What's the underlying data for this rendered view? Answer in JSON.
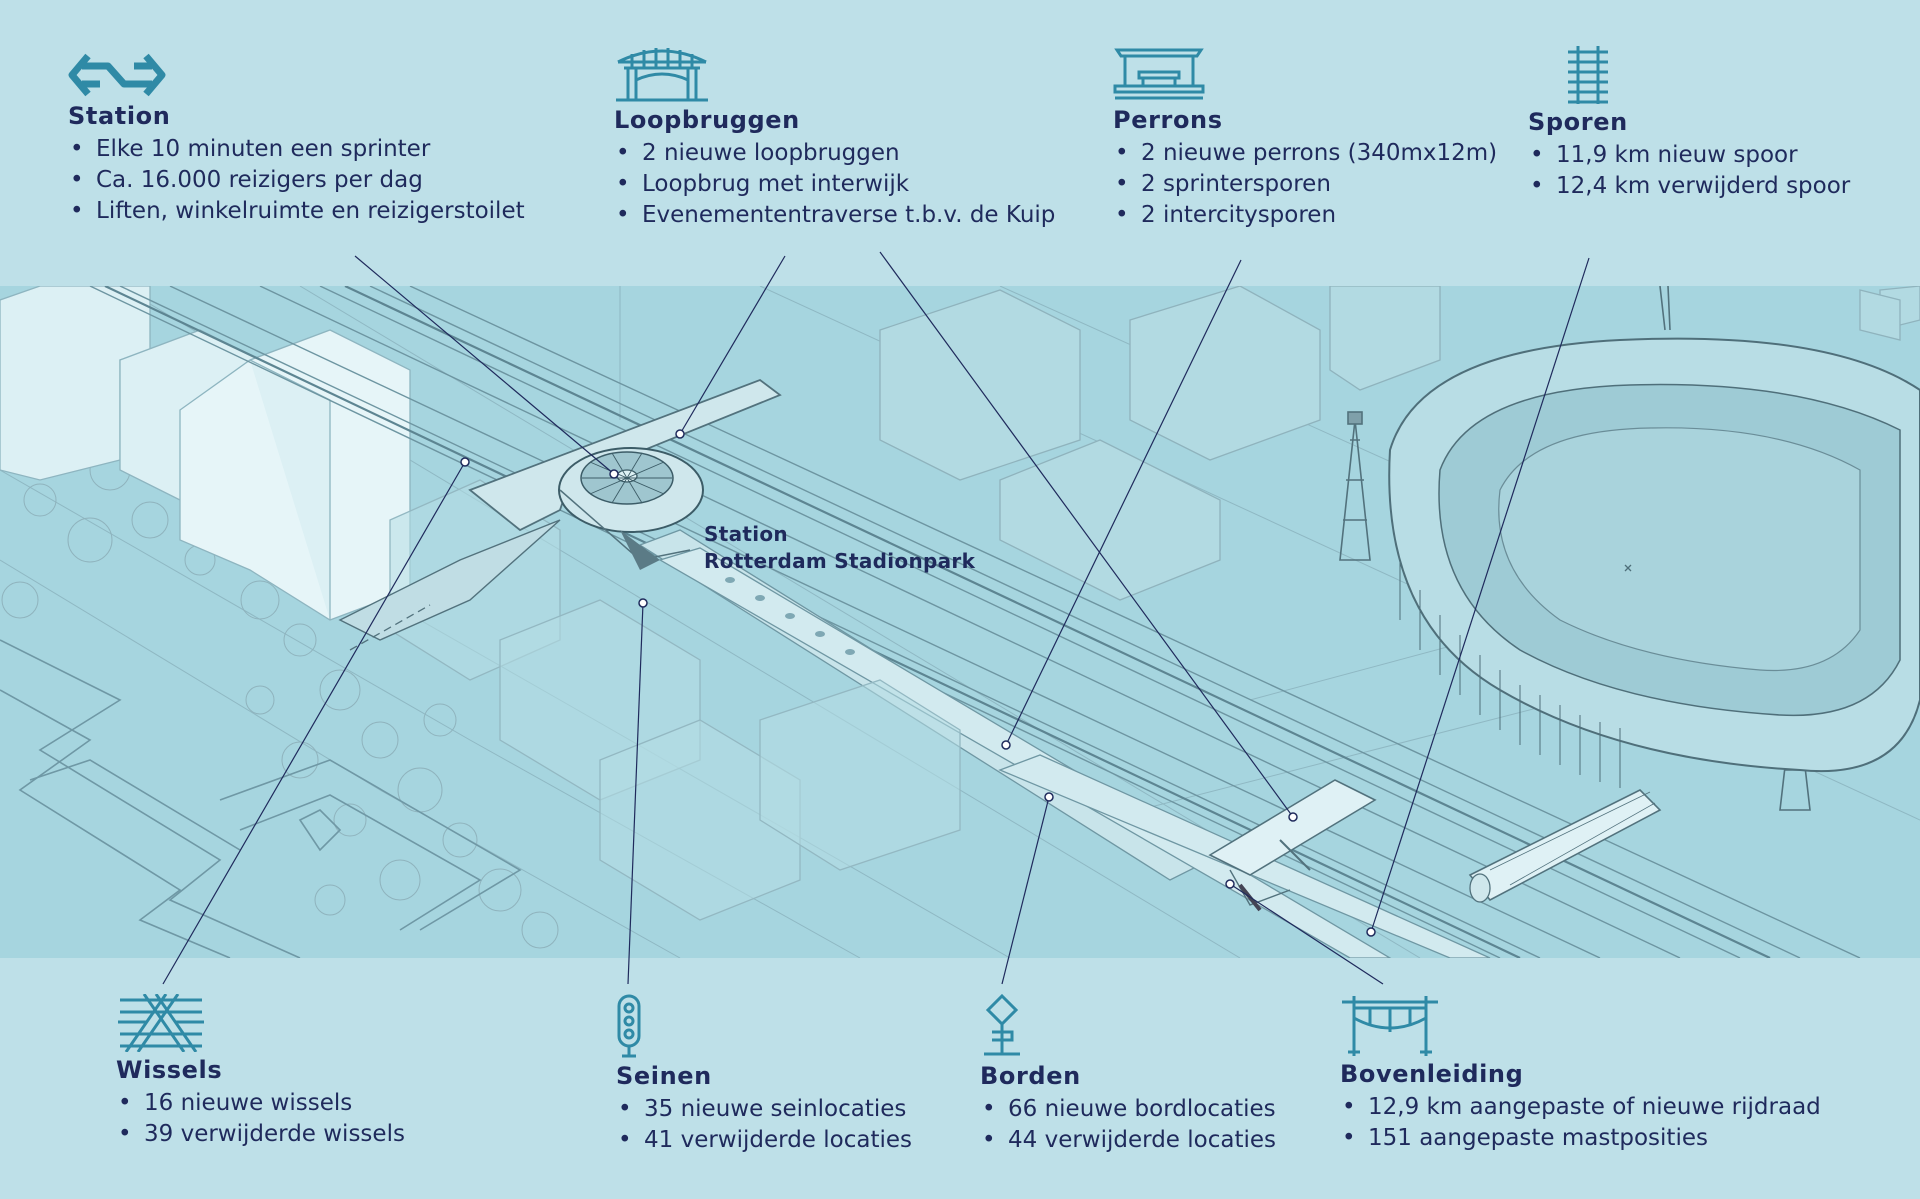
{
  "map_label": {
    "line1": "Station",
    "line2": "Rotterdam Stadionpark"
  },
  "groups": {
    "station": {
      "icon": "ns-logo-icon",
      "title": "Station",
      "items": [
        "Elke 10 minuten een sprinter",
        "Ca. 16.000 reizigers per dag",
        "Liften, winkelruimte en reizigerstoilet"
      ]
    },
    "loopbruggen": {
      "icon": "footbridge-icon",
      "title": "Loopbruggen",
      "items": [
        "2 nieuwe loopbruggen",
        "Loopbrug met interwijk",
        "Evenemententraverse t.b.v. de Kuip"
      ]
    },
    "perrons": {
      "icon": "platform-shelter-icon",
      "title": "Perrons",
      "items": [
        "2 nieuwe perrons (340mx12m)",
        "2 sprintersporen",
        "2 intercitysporen"
      ]
    },
    "sporen": {
      "icon": "rail-track-icon",
      "title": "Sporen",
      "items": [
        "11,9 km nieuw spoor",
        "12,4 km verwijderd spoor"
      ]
    },
    "wissels": {
      "icon": "railway-switch-icon",
      "title": "Wissels",
      "items": [
        "16 nieuwe wissels",
        "39 verwijderde wissels"
      ]
    },
    "seinen": {
      "icon": "signal-light-icon",
      "title": "Seinen",
      "items": [
        "35 nieuwe seinlocaties",
        "41 verwijderde locaties"
      ]
    },
    "borden": {
      "icon": "track-sign-icon",
      "title": "Borden",
      "items": [
        "66 nieuwe bordlocaties",
        "44 verwijderde locaties"
      ]
    },
    "bovenleiding": {
      "icon": "overhead-line-icon",
      "title": "Bovenleiding",
      "items": [
        "12,9 km aangepaste of nieuwe rijdraad",
        "151 aangepaste mastposities"
      ]
    }
  },
  "colors": {
    "background": "#bee0e8",
    "map": "#a6d5df",
    "text": "#1f2a5c",
    "icon": "#2f8aa6"
  }
}
